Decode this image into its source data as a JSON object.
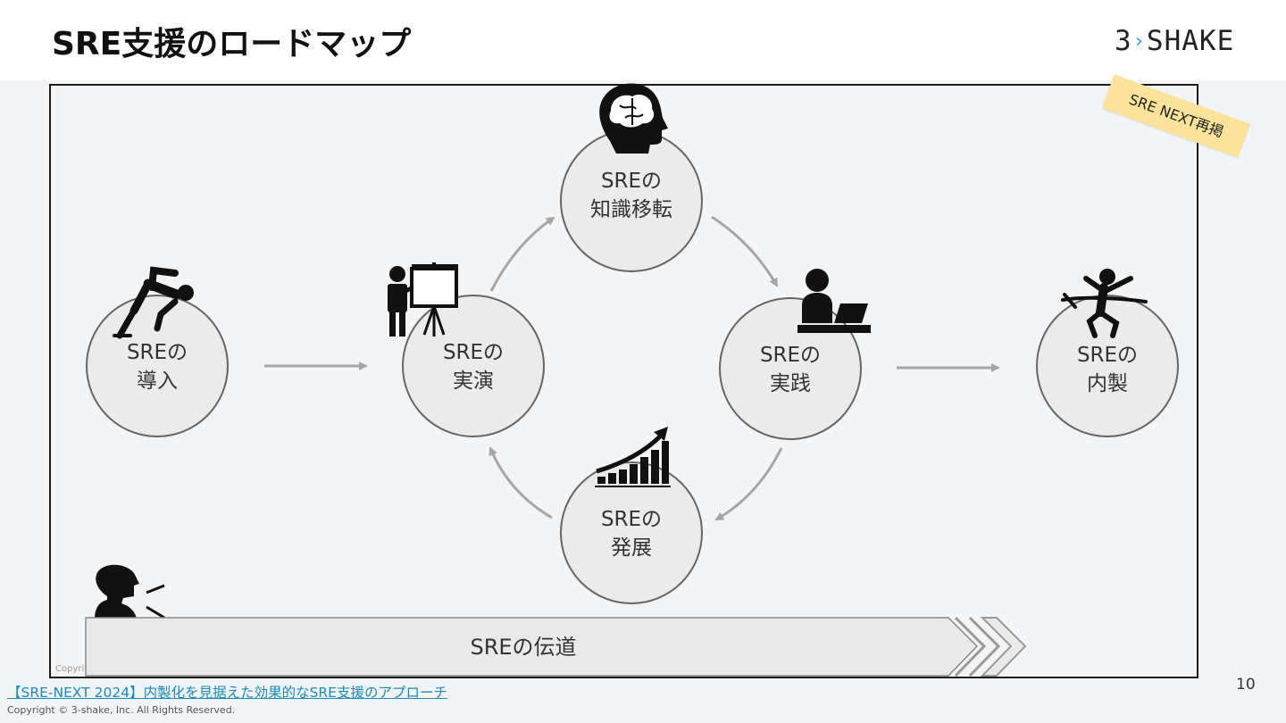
{
  "header": {
    "title": "SRE支援のロードマップ",
    "logo_left": "3",
    "logo_right": "SHAKE"
  },
  "sticky_note": "SRE NEXT再掲",
  "nodes": {
    "intro": {
      "line1": "SREの",
      "line2": "導入",
      "icon": "sprinter-start-icon"
    },
    "demo": {
      "line1": "SREの",
      "line2": "実演",
      "icon": "presenter-board-icon"
    },
    "knowledge": {
      "line1": "SREの",
      "line2": "知識移転",
      "icon": "brain-head-icon"
    },
    "practice": {
      "line1": "SREの",
      "line2": "実践",
      "icon": "person-laptop-icon"
    },
    "development": {
      "line1": "SREの",
      "line2": "発展",
      "icon": "growth-chart-icon"
    },
    "internalize": {
      "line1": "SREの",
      "line2": "内製",
      "icon": "finish-line-runner-icon"
    }
  },
  "banner": {
    "label": "SREの伝道",
    "icon": "speaking-person-icon"
  },
  "ghost_copyright": "Copyri",
  "footer": {
    "source_link": "【SRE-NEXT 2024】内製化を見据えた効果的なSRE支援のアプローチ",
    "copyright": "Copyright © 3-shake, Inc. All Rights Reserved.",
    "page_number": "10"
  },
  "colors": {
    "circle_fill": "#ebebeb",
    "circle_stroke": "#666666",
    "arrow": "#a6a6a6",
    "sticky": "#fbe49a",
    "link": "#1b8ab8"
  }
}
